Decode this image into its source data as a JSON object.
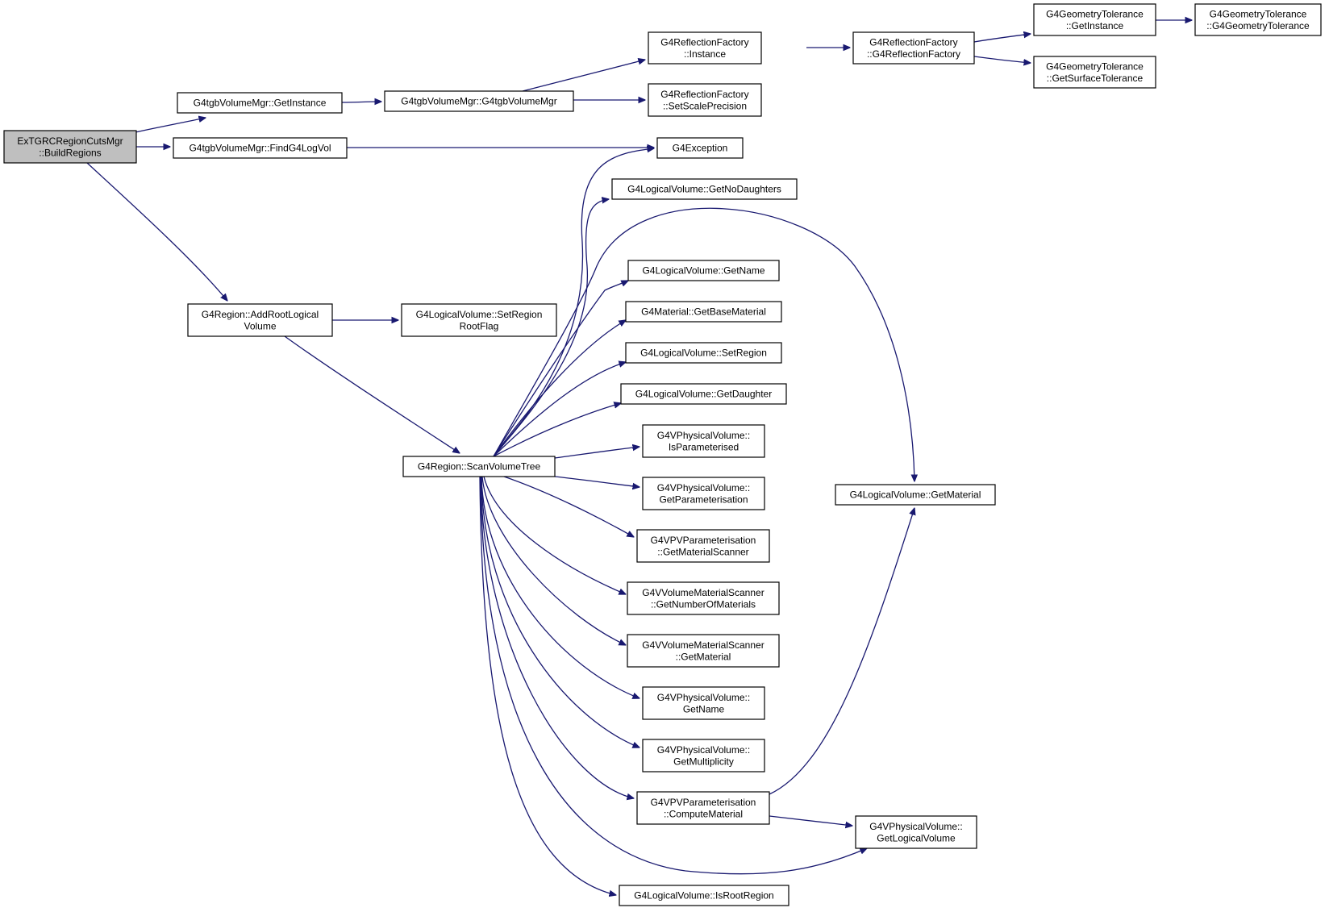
{
  "colors": {
    "edge": "#191970",
    "node_fill": "#ffffff",
    "root_fill": "#bfbfbf",
    "node_border": "#000000"
  },
  "nodes": {
    "root": [
      "ExTGRCRegionCutsMgr",
      "::BuildRegions"
    ],
    "tgb_getinstance": [
      "G4tgbVolumeMgr::GetInstance"
    ],
    "tgb_findlogvol": [
      "G4tgbVolumeMgr::FindG4LogVol"
    ],
    "region_addroot": [
      "G4Region::AddRootLogical",
      "Volume"
    ],
    "tgb_ctor": [
      "G4tgbVolumeMgr::G4tgbVolumeMgr"
    ],
    "lv_setregionrootflag": [
      "G4LogicalVolume::SetRegion",
      "RootFlag"
    ],
    "region_scan": [
      "G4Region::ScanVolumeTree"
    ],
    "refl_instance": [
      "G4ReflectionFactory",
      "::Instance"
    ],
    "refl_setscale": [
      "G4ReflectionFactory",
      "::SetScalePrecision"
    ],
    "g4exception": [
      "G4Exception"
    ],
    "lv_getnodaughters": [
      "G4LogicalVolume::GetNoDaughters"
    ],
    "lv_getname": [
      "G4LogicalVolume::GetName"
    ],
    "mat_getbase": [
      "G4Material::GetBaseMaterial"
    ],
    "lv_setregion": [
      "G4LogicalVolume::SetRegion"
    ],
    "lv_getdaughter": [
      "G4LogicalVolume::GetDaughter"
    ],
    "pv_isparam": [
      "G4VPhysicalVolume::",
      "IsParameterised"
    ],
    "pv_getparam": [
      "G4VPhysicalVolume::",
      "GetParameterisation"
    ],
    "pvp_getmatscanner": [
      "G4VPVParameterisation",
      "::GetMaterialScanner"
    ],
    "vms_getnum": [
      "G4VVolumeMaterialScanner",
      "::GetNumberOfMaterials"
    ],
    "vms_getmat": [
      "G4VVolumeMaterialScanner",
      "::GetMaterial"
    ],
    "pv_getname": [
      "G4VPhysicalVolume::",
      "GetName"
    ],
    "pv_getmult": [
      "G4VPhysicalVolume::",
      "GetMultiplicity"
    ],
    "pvp_computemat": [
      "G4VPVParameterisation",
      "::ComputeMaterial"
    ],
    "lv_isrootregion": [
      "G4LogicalVolume::IsRootRegion"
    ],
    "refl_ctor": [
      "G4ReflectionFactory",
      "::G4ReflectionFactory"
    ],
    "lv_getmaterial": [
      "G4LogicalVolume::GetMaterial"
    ],
    "pv_getlogvol": [
      "G4VPhysicalVolume::",
      "GetLogicalVolume"
    ],
    "geomtol_getinstance": [
      "G4GeometryTolerance",
      "::GetInstance"
    ],
    "geomtol_getsurf": [
      "G4GeometryTolerance",
      "::GetSurfaceTolerance"
    ],
    "geomtol_ctor": [
      "G4GeometryTolerance",
      "::G4GeometryTolerance"
    ]
  },
  "edges": [
    [
      "root",
      "tgb_getinstance"
    ],
    [
      "root",
      "tgb_findlogvol"
    ],
    [
      "root",
      "region_addroot"
    ],
    [
      "tgb_getinstance",
      "tgb_ctor"
    ],
    [
      "tgb_findlogvol",
      "g4exception"
    ],
    [
      "region_addroot",
      "lv_setregionrootflag"
    ],
    [
      "region_addroot",
      "region_scan"
    ],
    [
      "tgb_ctor",
      "refl_instance"
    ],
    [
      "tgb_ctor",
      "refl_setscale"
    ],
    [
      "refl_instance",
      "refl_ctor"
    ],
    [
      "refl_ctor",
      "geomtol_getinstance"
    ],
    [
      "refl_ctor",
      "geomtol_getsurf"
    ],
    [
      "geomtol_getinstance",
      "geomtol_ctor"
    ],
    [
      "region_scan",
      "g4exception"
    ],
    [
      "region_scan",
      "lv_getnodaughters"
    ],
    [
      "region_scan",
      "lv_getmaterial"
    ],
    [
      "region_scan",
      "lv_getname"
    ],
    [
      "region_scan",
      "mat_getbase"
    ],
    [
      "region_scan",
      "lv_setregion"
    ],
    [
      "region_scan",
      "lv_getdaughter"
    ],
    [
      "region_scan",
      "pv_isparam"
    ],
    [
      "region_scan",
      "pv_getparam"
    ],
    [
      "region_scan",
      "pvp_getmatscanner"
    ],
    [
      "region_scan",
      "vms_getnum"
    ],
    [
      "region_scan",
      "vms_getmat"
    ],
    [
      "region_scan",
      "pv_getname"
    ],
    [
      "region_scan",
      "pv_getmult"
    ],
    [
      "region_scan",
      "pvp_computemat"
    ],
    [
      "region_scan",
      "pv_getlogvol"
    ],
    [
      "region_scan",
      "lv_isrootregion"
    ],
    [
      "pvp_computemat",
      "lv_getmaterial"
    ],
    [
      "pvp_computemat",
      "pv_getlogvol"
    ]
  ]
}
